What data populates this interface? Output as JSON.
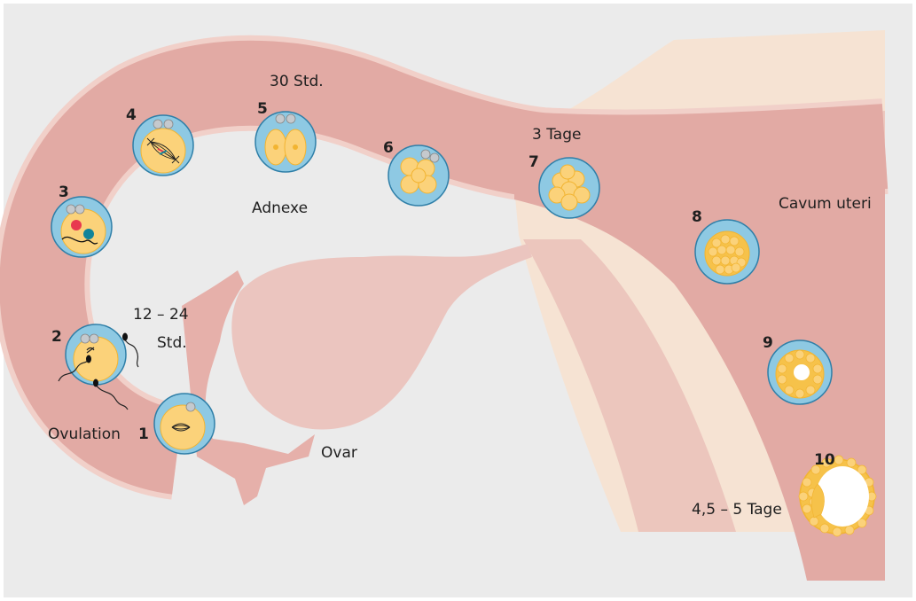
{
  "labels": {
    "hours_30": "30 Std.",
    "days_3": "3 Tage",
    "adnexe": "Adnexe",
    "cavum_uteri": "Cavum uteri",
    "hours_12_24_line1": "12 – 24",
    "hours_12_24_line2": "Std.",
    "ovulation": "Ovulation",
    "ovar": "Ovar",
    "days_4_5": "4,5 – 5 Tage"
  },
  "stages": [
    "1",
    "2",
    "3",
    "4",
    "5",
    "6",
    "7",
    "8",
    "9",
    "10"
  ],
  "colors": {
    "background": "#ebebeb",
    "tube": "#e6b0aa",
    "tube_edge": "#f2d2cb",
    "ovary": "#ebc5bf",
    "peach": "#f5e2d2",
    "zona": "#8ec9e3",
    "zona_edge": "#2f7fa8",
    "cell": "#fbd27a",
    "cell_dark": "#f2b431",
    "polar_body": "#c5c9cd",
    "pronucleus_red": "#e8384f",
    "pronucleus_blue": "#11849a"
  }
}
